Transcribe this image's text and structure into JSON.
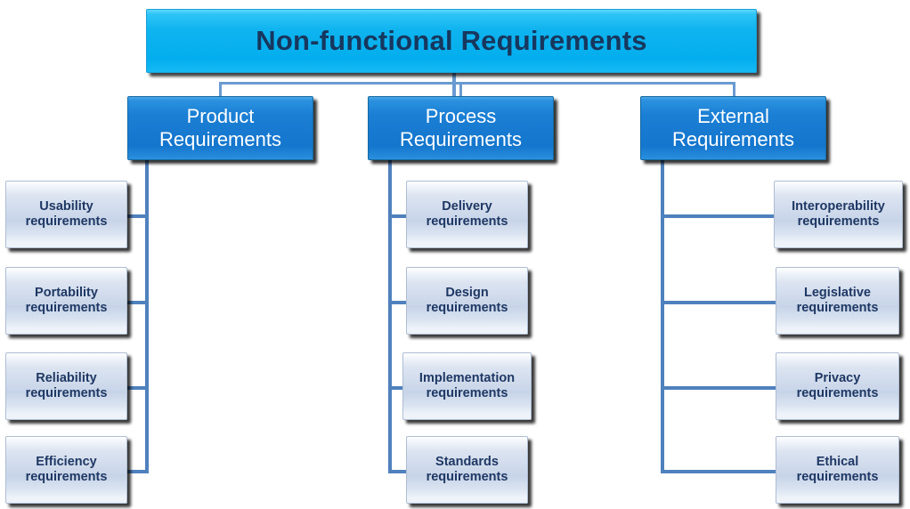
{
  "diagram": {
    "title": "Non-functional Requirements Diagram",
    "colors": {
      "root_fill": "#0fb4ef",
      "root_text": "#17375e",
      "level2_fill": "#1b7fd4",
      "level2_text": "#ffffff",
      "leaf_fill": "#c7d4e8",
      "leaf_text": "#1f3864",
      "connector": "#4f81bd",
      "connector_light": "#6a9bd1",
      "background": "#ffffff"
    },
    "root": {
      "label": "Non-functional Requirements"
    },
    "branches": [
      {
        "id": "product",
        "label_line1": "Product",
        "label_line2": "Requirements",
        "side": "left",
        "leaves": [
          {
            "line1": "Usability",
            "line2": "requirements"
          },
          {
            "line1": "Portability",
            "line2": "requirements"
          },
          {
            "line1": "Reliability",
            "line2": "requirements"
          },
          {
            "line1": "Efficiency",
            "line2": "requirements"
          }
        ]
      },
      {
        "id": "process",
        "label_line1": "Process",
        "label_line2": "Requirements",
        "side": "right",
        "leaves": [
          {
            "line1": "Delivery",
            "line2": "requirements"
          },
          {
            "line1": "Design",
            "line2": "requirements"
          },
          {
            "line1": "Implementation",
            "line2": "requirements"
          },
          {
            "line1": "Standards",
            "line2": "requirements"
          }
        ]
      },
      {
        "id": "external",
        "label_line1": "External",
        "label_line2": "Requirements",
        "side": "right",
        "leaves": [
          {
            "line1": "Interoperability",
            "line2": "requirements"
          },
          {
            "line1": "Legislative",
            "line2": "requirements"
          },
          {
            "line1": "Privacy",
            "line2": "requirements"
          },
          {
            "line1": "Ethical",
            "line2": "requirements"
          }
        ]
      }
    ]
  }
}
